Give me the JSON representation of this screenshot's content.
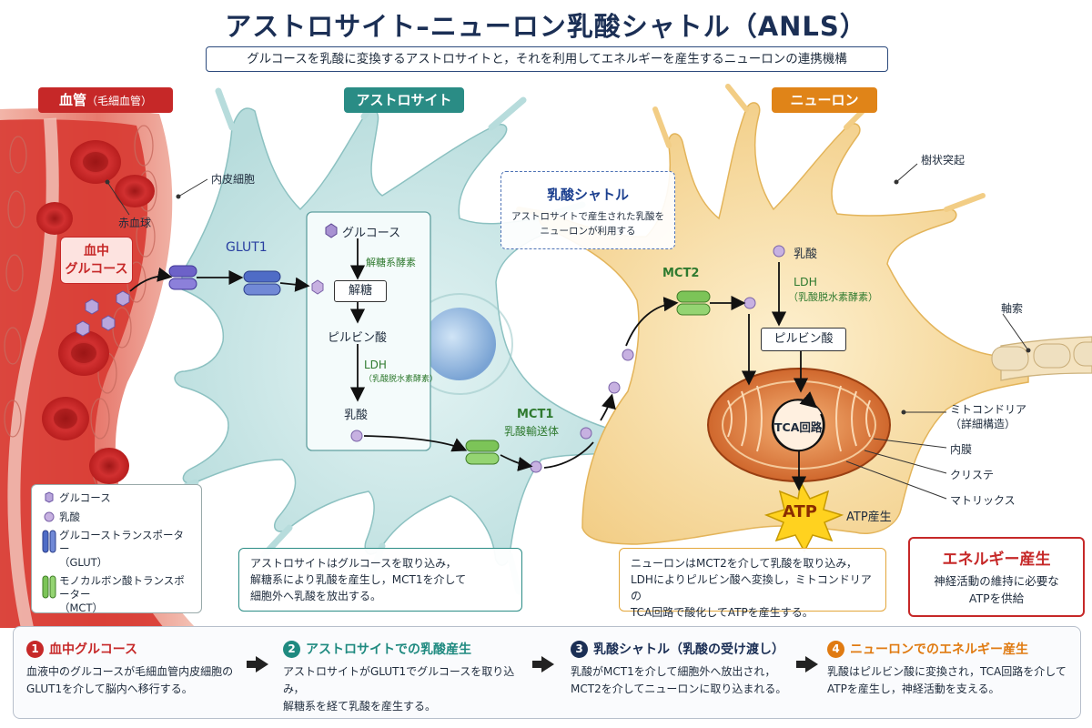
{
  "title": "アストロサイト–ニューロン乳酸シャトル（ANLS）",
  "subtitle": "グルコースを乳酸に変換するアストロサイトと，それを利用してエネルギーを産生するニューロンの連携機構",
  "blood_vessel": {
    "tag": "血管",
    "tag_sub": "（毛細血管）",
    "endothelial": "内皮細胞",
    "rbc": "赤血球",
    "glucose_callout": "血中\nグルコース"
  },
  "astrocyte": {
    "tag": "アストロサイト",
    "glut1": "GLUT1",
    "glucose": "グルコース",
    "glycolysis_enzymes": "解糖系酵素",
    "glycolysis": "解糖",
    "pyruvate": "ピルビン酸",
    "ldh": "LDH",
    "ldh_full": "（乳酸脱水素酵素）",
    "lactate": "乳酸",
    "mct1": "MCT1",
    "mct1_desc": "乳酸輸送体",
    "note": "アストロサイトはグルコースを取り込み，\n解糖系により乳酸を産生し，MCT1を介して\n細胞外へ乳酸を放出する。"
  },
  "shuttle": {
    "title": "乳酸シャトル",
    "text": "アストロサイトで産生された乳酸を\nニューロンが利用する"
  },
  "neuron": {
    "tag": "ニューロン",
    "dendrite": "樹状突起",
    "axon": "軸索",
    "mct2": "MCT2",
    "lactate": "乳酸",
    "ldh": "LDH",
    "ldh_full": "（乳酸脱水素酵素）",
    "pyruvate": "ピルビン酸",
    "tca": "TCA回路",
    "atp": "ATP",
    "atp_production": "ATP産生",
    "mito": "ミトコンドリア\n（詳細構造）",
    "inner_membrane": "内膜",
    "cristae": "クリステ",
    "matrix": "マトリックス",
    "note": "ニューロンはMCT2を介して乳酸を取り込み，\nLDHによりピルビン酸へ変換し，ミトコンドリアの\nTCA回路で酸化してATPを産生する。"
  },
  "energy": {
    "title": "エネルギー産生",
    "text": "神経活動の維持に必要な\nATPを供給"
  },
  "legend": [
    {
      "icon": "hexagon",
      "label": "グルコース"
    },
    {
      "icon": "circle",
      "label": "乳酸"
    },
    {
      "icon": "blue-transporter",
      "label": "グルコーストランスポーター\n（GLUT）"
    },
    {
      "icon": "green-transporter",
      "label": "モノカルボン酸トランスポーター\n（MCT）"
    }
  ],
  "steps": [
    {
      "num": "1",
      "title": "血中グルコース",
      "text": "血液中のグルコースが毛細血管内皮細胞の\nGLUT1を介して脳内へ移行する。",
      "color": "#c62828"
    },
    {
      "num": "2",
      "title": "アストロサイトでの乳酸産生",
      "text": "アストロサイトがGLUT1でグルコースを取り込み，\n解糖系を経て乳酸を産生する。",
      "color": "#1f8a80"
    },
    {
      "num": "3",
      "title": "乳酸シャトル（乳酸の受け渡し）",
      "text": "乳酸がMCT1を介して細胞外へ放出され，\nMCT2を介してニューロンに取り込まれる。",
      "color": "#1b2f55"
    },
    {
      "num": "4",
      "title": "ニューロンでのエネルギー産生",
      "text": "乳酸はピルビン酸に変換され，TCA回路を介して\nATPを産生し，神経活動を支える。",
      "color": "#e07b12"
    }
  ],
  "colors": {
    "blood": "#c62828",
    "astro": "#2a8c85",
    "neuron": "#e08418",
    "lactate": "#b9a2d3",
    "glucose": "#9d84c6",
    "glut": "#4a64b3",
    "mct": "#6bb24a"
  }
}
